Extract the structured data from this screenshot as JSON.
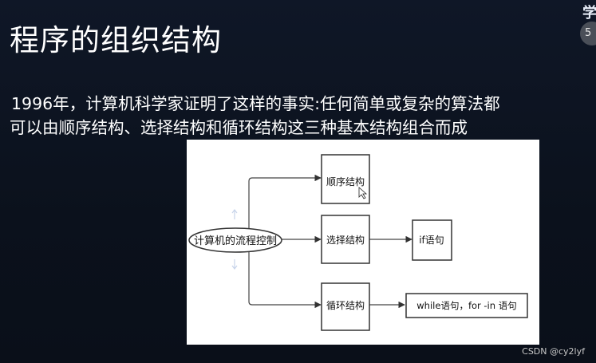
{
  "slide": {
    "title": "程序的组织结构",
    "text_line1": "1996年，计算机科学家证明了这样的事实:任何简单或复杂的算法都",
    "text_line2": "可以由顺序结构、选择结构和循环结构这三种基本结构组合而成"
  },
  "logo": {
    "text": "学",
    "page_number": "5"
  },
  "diagram": {
    "root": "计算机的流程控制",
    "sequence": "顺序结构",
    "selection": "选择结构",
    "loop": "循环结构",
    "selection_target": "if语句",
    "loop_target": "while语句，for -in 语句"
  },
  "watermark": "CSDN @cy2lyf"
}
